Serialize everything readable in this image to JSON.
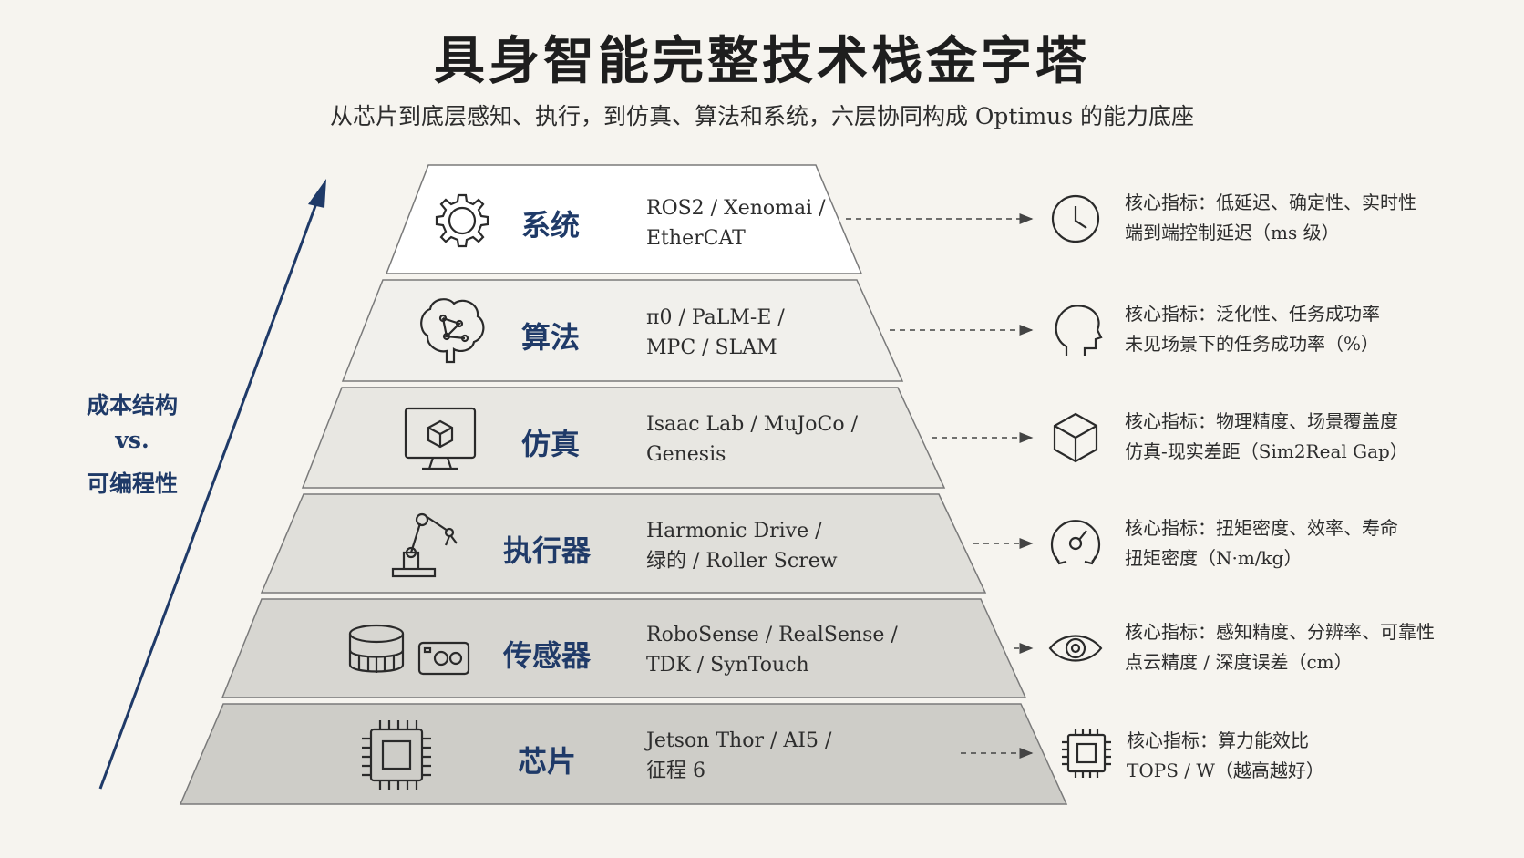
{
  "title": "具身智能完整技术栈金字塔",
  "subtitle": "从芯片到底层感知、执行，到仿真、算法和系统，六层协同构成 Optimus 的能力底座",
  "side_axis": {
    "line1": "成本结构",
    "line2": "vs.",
    "line3": "可编程性"
  },
  "layers": [
    {
      "name": "系统",
      "tech_line1": "ROS2 / Xenomai /",
      "tech_line2": "EtherCAT",
      "icon": "gear-icon",
      "metric_icon": "clock-icon",
      "metric_line1": "核心指标：低延迟、确定性、实时性",
      "metric_line2": "端到端控制延迟（ms 级）"
    },
    {
      "name": "算法",
      "tech_line1": "π0 / PaLM-E /",
      "tech_line2": "MPC / SLAM",
      "icon": "brain-icon",
      "metric_icon": "head-icon",
      "metric_line1": "核心指标：泛化性、任务成功率",
      "metric_line2": "未见场景下的任务成功率（%）"
    },
    {
      "name": "仿真",
      "tech_line1": "Isaac Lab / MuJoCo /",
      "tech_line2": "Genesis",
      "icon": "monitor-cube-icon",
      "metric_icon": "cube-icon",
      "metric_line1": "核心指标：物理精度、场景覆盖度",
      "metric_line2": "仿真-现实差距（Sim2Real Gap）"
    },
    {
      "name": "执行器",
      "tech_line1": "Harmonic Drive /",
      "tech_line2": "绿的 / Roller Screw",
      "icon": "robot-arm-icon",
      "metric_icon": "torque-gauge-icon",
      "metric_line1": "核心指标：扭矩密度、效率、寿命",
      "metric_line2": "扭矩密度（N·m/kg）"
    },
    {
      "name": "传感器",
      "tech_line1": "RoboSense / RealSense /",
      "tech_line2": "TDK / SynTouch",
      "icon": "lidar-camera-icon",
      "metric_icon": "eye-icon",
      "metric_line1": "核心指标：感知精度、分辨率、可靠性",
      "metric_line2": "点云精度 / 深度误差（cm）"
    },
    {
      "name": "芯片",
      "tech_line1": "Jetson Thor / AI5 /",
      "tech_line2": "征程 6",
      "icon": "chip-icon",
      "metric_icon": "chip-icon",
      "metric_line1": "核心指标：算力能效比",
      "metric_line2": "TOPS / W（越高越好）"
    }
  ],
  "colors": {
    "background": "#f6f4ef",
    "accent": "#1f3a68",
    "layer_fills": [
      "#ffffff",
      "#f1f0ec",
      "#e8e7e2",
      "#e0dfda",
      "#d7d6d1",
      "#cecdc8"
    ]
  }
}
